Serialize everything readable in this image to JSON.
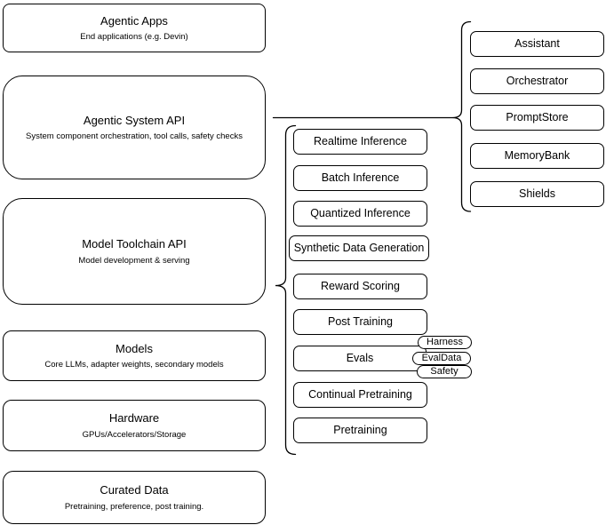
{
  "left_column": [
    {
      "title": "Agentic Apps",
      "subtitle": "End applications (e.g. Devin)"
    },
    {
      "title": "Agentic System API",
      "subtitle": "System component orchestration, tool calls, safety checks"
    },
    {
      "title": "Model Toolchain API",
      "subtitle": "Model development & serving"
    },
    {
      "title": "Models",
      "subtitle": "Core LLMs, adapter weights, secondary models"
    },
    {
      "title": "Hardware",
      "subtitle": "GPUs/Accelerators/Storage"
    },
    {
      "title": "Curated Data",
      "subtitle": "Pretraining, preference, post training."
    }
  ],
  "toolchain_items": [
    "Realtime Inference",
    "Batch Inference",
    "Quantized Inference",
    "Synthetic Data Generation",
    "Reward Scoring",
    "Post Training",
    "Evals",
    "Continual Pretraining",
    "Pretraining"
  ],
  "eval_tags": [
    "Harness",
    "EvalData",
    "Safety"
  ],
  "system_components": [
    "Assistant",
    "Orchestrator",
    "PromptStore",
    "MemoryBank",
    "Shields"
  ],
  "colors": {
    "stroke": "#000000",
    "fill": "#ffffff",
    "background": "#ffffff",
    "text": "#000000"
  }
}
